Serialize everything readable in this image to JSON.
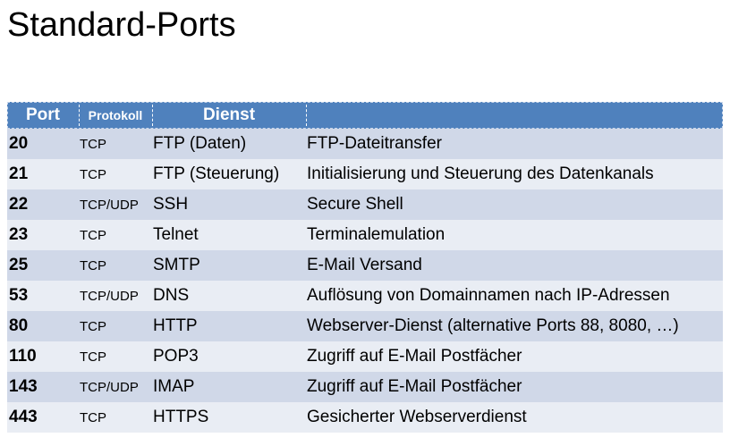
{
  "slide": {
    "title": "Standard-Ports"
  },
  "table": {
    "headers": {
      "port": "Port",
      "protokoll": "Protokoll",
      "dienst": "Dienst",
      "beschreibung": ""
    },
    "rows": [
      {
        "port": "20",
        "protokoll": "TCP",
        "dienst": "FTP (Daten)",
        "beschreibung": "FTP-Dateitransfer"
      },
      {
        "port": "21",
        "protokoll": "TCP",
        "dienst": "FTP (Steuerung)",
        "beschreibung": "Initialisierung und Steuerung des Datenkanals"
      },
      {
        "port": "22",
        "protokoll": "TCP/UDP",
        "dienst": "SSH",
        "beschreibung": "Secure Shell"
      },
      {
        "port": "23",
        "protokoll": "TCP",
        "dienst": "Telnet",
        "beschreibung": "Terminalemulation"
      },
      {
        "port": "25",
        "protokoll": "TCP",
        "dienst": "SMTP",
        "beschreibung": "E-Mail Versand"
      },
      {
        "port": "53",
        "protokoll": "TCP/UDP",
        "dienst": "DNS",
        "beschreibung": "Auflösung von Domainnamen nach IP-Adressen"
      },
      {
        "port": "80",
        "protokoll": "TCP",
        "dienst": "HTTP",
        "beschreibung": "Webserver-Dienst (alternative Ports 88, 8080, …)"
      },
      {
        "port": "110",
        "protokoll": "TCP",
        "dienst": "POP3",
        "beschreibung": "Zugriff auf E-Mail Postfächer"
      },
      {
        "port": "143",
        "protokoll": "TCP/UDP",
        "dienst": "IMAP",
        "beschreibung": "Zugriff auf E-Mail Postfächer"
      },
      {
        "port": "443",
        "protokoll": "TCP",
        "dienst": "HTTPS",
        "beschreibung": "Gesicherter Webserverdienst"
      }
    ]
  },
  "colors": {
    "header_bg": "#4f81bd",
    "row_odd": "#d0d8e8",
    "row_even": "#e9edf4"
  }
}
